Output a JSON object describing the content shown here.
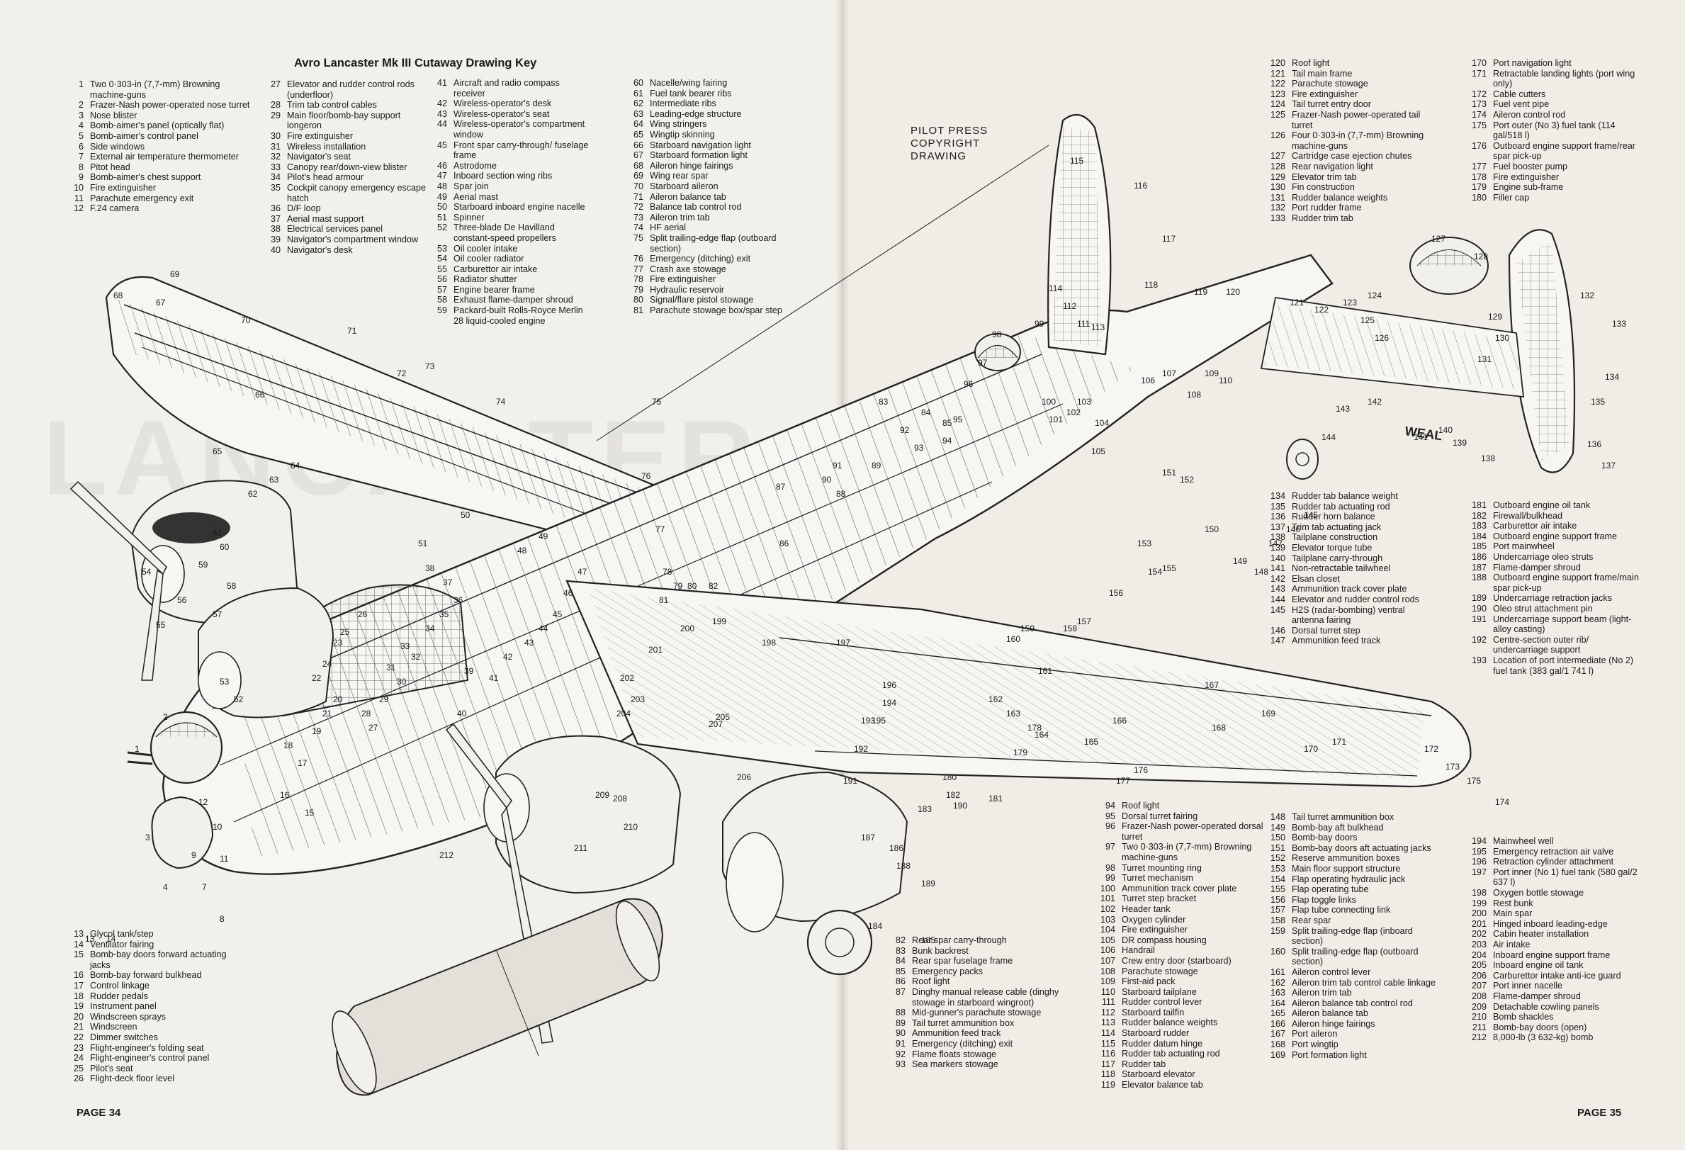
{
  "title": "Avro Lancaster Mk III Cutaway Drawing Key",
  "copyright": [
    "PILOT PRESS",
    "COPYRIGHT",
    "DRAWING"
  ],
  "watermark": "LANCASTER",
  "signature": "WEAL",
  "page_left": "PAGE 34",
  "page_right": "PAGE 35",
  "key_columns": [
    [
      [
        "1",
        "Two 0·303-in (7,7-mm) Browning machine-guns"
      ],
      [
        "2",
        "Frazer-Nash power-operated nose turret"
      ],
      [
        "3",
        "Nose blister"
      ],
      [
        "4",
        "Bomb-aimer's panel (optically flat)"
      ],
      [
        "5",
        "Bomb-aimer's control panel"
      ],
      [
        "6",
        "Side windows"
      ],
      [
        "7",
        "External air temperature thermometer"
      ],
      [
        "8",
        "Pitot head"
      ],
      [
        "9",
        "Bomb-aimer's chest support"
      ],
      [
        "10",
        "Fire extinguisher"
      ],
      [
        "11",
        "Parachute emergency exit"
      ],
      [
        "12",
        "F.24 camera"
      ]
    ],
    [
      [
        "27",
        "Elevator and rudder control rods (underfloor)"
      ],
      [
        "28",
        "Trim tab control cables"
      ],
      [
        "29",
        "Main floor/bomb-bay support longeron"
      ],
      [
        "30",
        "Fire extinguisher"
      ],
      [
        "31",
        "Wireless installation"
      ],
      [
        "32",
        "Navigator's seat"
      ],
      [
        "33",
        "Canopy rear/down-view blister"
      ],
      [
        "34",
        "Pilot's head armour"
      ],
      [
        "35",
        "Cockpit canopy emergency escape hatch"
      ],
      [
        "36",
        "D/F loop"
      ],
      [
        "37",
        "Aerial mast support"
      ],
      [
        "38",
        "Electrical services panel"
      ],
      [
        "39",
        "Navigator's compartment window"
      ],
      [
        "40",
        "Navigator's desk"
      ]
    ],
    [
      [
        "41",
        "Aircraft and radio compass receiver"
      ],
      [
        "42",
        "Wireless-operator's desk"
      ],
      [
        "43",
        "Wireless-operator's seat"
      ],
      [
        "44",
        "Wireless-operator's compartment window"
      ],
      [
        "45",
        "Front spar carry-through/ fuselage frame"
      ],
      [
        "46",
        "Astrodome"
      ],
      [
        "47",
        "Inboard section wing ribs"
      ],
      [
        "48",
        "Spar join"
      ],
      [
        "49",
        "Aerial mast"
      ],
      [
        "50",
        "Starboard inboard engine nacelle"
      ],
      [
        "51",
        "Spinner"
      ],
      [
        "52",
        "Three-blade De Havilland constant-speed propellers"
      ],
      [
        "53",
        "Oil cooler intake"
      ],
      [
        "54",
        "Oil cooler radiator"
      ],
      [
        "55",
        "Carburettor air intake"
      ],
      [
        "56",
        "Radiator shutter"
      ],
      [
        "57",
        "Engine bearer frame"
      ],
      [
        "58",
        "Exhaust flame-damper shroud"
      ],
      [
        "59",
        "Packard-built Rolls-Royce Merlin 28 liquid-cooled engine"
      ]
    ],
    [
      [
        "60",
        "Nacelle/wing fairing"
      ],
      [
        "61",
        "Fuel tank bearer ribs"
      ],
      [
        "62",
        "Intermediate ribs"
      ],
      [
        "63",
        "Leading-edge structure"
      ],
      [
        "64",
        "Wing stringers"
      ],
      [
        "65",
        "Wingtip skinning"
      ],
      [
        "66",
        "Starboard navigation light"
      ],
      [
        "67",
        "Starboard formation light"
      ],
      [
        "68",
        "Aileron hinge fairings"
      ],
      [
        "69",
        "Wing rear spar"
      ],
      [
        "70",
        "Starboard aileron"
      ],
      [
        "71",
        "Aileron balance tab"
      ],
      [
        "72",
        "Balance tab control rod"
      ],
      [
        "73",
        "Aileron trim tab"
      ],
      [
        "74",
        "HF aerial"
      ],
      [
        "75",
        "Split trailing-edge flap (outboard section)"
      ],
      [
        "76",
        "Emergency (ditching) exit"
      ],
      [
        "77",
        "Crash axe stowage"
      ],
      [
        "78",
        "Fire extinguisher"
      ],
      [
        "79",
        "Hydraulic reservoir"
      ],
      [
        "80",
        "Signal/flare pistol stowage"
      ],
      [
        "81",
        "Parachute stowage box/spar step"
      ]
    ],
    [
      [
        "120",
        "Roof light"
      ],
      [
        "121",
        "Tail main frame"
      ],
      [
        "122",
        "Parachute stowage"
      ],
      [
        "123",
        "Fire extinguisher"
      ],
      [
        "124",
        "Tail turret entry door"
      ],
      [
        "125",
        "Frazer-Nash power-operated tail turret"
      ],
      [
        "126",
        "Four 0·303-in (7,7-mm) Browning machine-guns"
      ],
      [
        "127",
        "Cartridge case ejection chutes"
      ],
      [
        "128",
        "Rear navigation light"
      ],
      [
        "129",
        "Elevator trim tab"
      ],
      [
        "130",
        "Fin construction"
      ],
      [
        "131",
        "Rudder balance weights"
      ],
      [
        "132",
        "Port rudder frame"
      ],
      [
        "133",
        "Rudder trim tab"
      ]
    ],
    [
      [
        "170",
        "Port navigation light"
      ],
      [
        "171",
        "Retractable landing lights (port wing only)"
      ],
      [
        "172",
        "Cable cutters"
      ],
      [
        "173",
        "Fuel vent pipe"
      ],
      [
        "174",
        "Aileron control rod"
      ],
      [
        "175",
        "Port outer (No 3) fuel tank (114 gal/518 l)"
      ],
      [
        "176",
        "Outboard engine support frame/rear spar pick-up"
      ],
      [
        "177",
        "Fuel booster pump"
      ],
      [
        "178",
        "Fire extinguisher"
      ],
      [
        "179",
        "Engine sub-frame"
      ],
      [
        "180",
        "Filler cap"
      ]
    ],
    [
      [
        "134",
        "Rudder tab balance weight"
      ],
      [
        "135",
        "Rudder tab actuating rod"
      ],
      [
        "136",
        "Rudder horn balance"
      ],
      [
        "137",
        "Trim tab actuating jack"
      ],
      [
        "138",
        "Tailplane construction"
      ],
      [
        "139",
        "Elevator torque tube"
      ],
      [
        "140",
        "Tailplane carry-through"
      ],
      [
        "141",
        "Non-retractable tailwheel"
      ],
      [
        "142",
        "Elsan closet"
      ],
      [
        "143",
        "Ammunition track cover plate"
      ],
      [
        "144",
        "Elevator and rudder control rods"
      ],
      [
        "145",
        "H2S (radar-bombing) ventral antenna fairing"
      ],
      [
        "146",
        "Dorsal turret step"
      ],
      [
        "147",
        "Ammunition feed track"
      ]
    ],
    [
      [
        "181",
        "Outboard engine oil tank"
      ],
      [
        "182",
        "Firewall/bulkhead"
      ],
      [
        "183",
        "Carburettor air intake"
      ],
      [
        "184",
        "Outboard engine support frame"
      ],
      [
        "185",
        "Port mainwheel"
      ],
      [
        "186",
        "Undercarriage oleo struts"
      ],
      [
        "187",
        "Flame-damper shroud"
      ],
      [
        "188",
        "Outboard engine support frame/main spar pick-up"
      ],
      [
        "189",
        "Undercarriage retraction jacks"
      ],
      [
        "190",
        "Oleo strut attachment pin"
      ],
      [
        "191",
        "Undercarriage support beam (light-alloy casting)"
      ],
      [
        "192",
        "Centre-section outer rib/ undercarriage support"
      ],
      [
        "193",
        "Location of port intermediate (No 2) fuel tank (383 gal/1 741 l)"
      ]
    ],
    [
      [
        "13",
        "Glycol tank/step"
      ],
      [
        "14",
        "Ventilator fairing"
      ],
      [
        "15",
        "Bomb-bay doors forward actuating jacks"
      ],
      [
        "16",
        "Bomb-bay forward bulkhead"
      ],
      [
        "17",
        "Control linkage"
      ],
      [
        "18",
        "Rudder pedals"
      ],
      [
        "19",
        "Instrument panel"
      ],
      [
        "20",
        "Windscreen sprays"
      ],
      [
        "21",
        "Windscreen"
      ],
      [
        "22",
        "Dimmer switches"
      ],
      [
        "23",
        "Flight-engineer's folding seat"
      ],
      [
        "24",
        "Flight-engineer's control panel"
      ],
      [
        "25",
        "Pilot's seat"
      ],
      [
        "26",
        "Flight-deck floor level"
      ]
    ],
    [
      [
        "82",
        "Rear spar carry-through"
      ],
      [
        "83",
        "Bunk backrest"
      ],
      [
        "84",
        "Rear spar fuselage frame"
      ],
      [
        "85",
        "Emergency packs"
      ],
      [
        "86",
        "Roof light"
      ],
      [
        "87",
        "Dinghy manual release cable (dinghy stowage in starboard wingroot)"
      ],
      [
        "88",
        "Mid-gunner's parachute stowage"
      ],
      [
        "89",
        "Tail turret ammunition box"
      ],
      [
        "90",
        "Ammunition feed track"
      ],
      [
        "91",
        "Emergency (ditching) exit"
      ],
      [
        "92",
        "Flame floats stowage"
      ],
      [
        "93",
        "Sea markers stowage"
      ]
    ],
    [
      [
        "94",
        "Roof light"
      ],
      [
        "95",
        "Dorsal turret fairing"
      ],
      [
        "96",
        "Frazer-Nash power-operated dorsal turret"
      ],
      [
        "97",
        "Two 0·303-in (7,7-mm) Browning machine-guns"
      ],
      [
        "98",
        "Turret mounting ring"
      ],
      [
        "99",
        "Turret mechanism"
      ],
      [
        "100",
        "Ammunition track cover plate"
      ],
      [
        "101",
        "Turret step bracket"
      ],
      [
        "102",
        "Header tank"
      ],
      [
        "103",
        "Oxygen cylinder"
      ],
      [
        "104",
        "Fire extinguisher"
      ],
      [
        "105",
        "DR compass housing"
      ],
      [
        "106",
        "Handrail"
      ],
      [
        "107",
        "Crew entry door (starboard)"
      ],
      [
        "108",
        "Parachute stowage"
      ],
      [
        "109",
        "First-aid pack"
      ],
      [
        "110",
        "Starboard tailplane"
      ],
      [
        "111",
        "Rudder control lever"
      ],
      [
        "112",
        "Starboard tailfin"
      ],
      [
        "113",
        "Rudder balance weights"
      ],
      [
        "114",
        "Starboard rudder"
      ],
      [
        "115",
        "Rudder datum hinge"
      ],
      [
        "116",
        "Rudder tab actuating rod"
      ],
      [
        "117",
        "Rudder tab"
      ],
      [
        "118",
        "Starboard elevator"
      ],
      [
        "119",
        "Elevator balance tab"
      ]
    ],
    [
      [
        "148",
        "Tail turret ammunition box"
      ],
      [
        "149",
        "Bomb-bay aft bulkhead"
      ],
      [
        "150",
        "Bomb-bay doors"
      ],
      [
        "151",
        "Bomb-bay doors aft actuating jacks"
      ],
      [
        "152",
        "Reserve ammunition boxes"
      ],
      [
        "153",
        "Main floor support structure"
      ],
      [
        "154",
        "Flap operating hydraulic jack"
      ],
      [
        "155",
        "Flap operating tube"
      ],
      [
        "156",
        "Flap toggle links"
      ],
      [
        "157",
        "Flap tube connecting link"
      ],
      [
        "158",
        "Rear spar"
      ],
      [
        "159",
        "Split trailing-edge flap (inboard section)"
      ],
      [
        "160",
        "Split trailing-edge flap (outboard section)"
      ],
      [
        "161",
        "Aileron control lever"
      ],
      [
        "162",
        "Aileron trim tab control cable linkage"
      ],
      [
        "163",
        "Aileron trim tab"
      ],
      [
        "164",
        "Aileron balance tab control rod"
      ],
      [
        "165",
        "Aileron balance tab"
      ],
      [
        "166",
        "Aileron hinge fairings"
      ],
      [
        "167",
        "Port aileron"
      ],
      [
        "168",
        "Port wingtip"
      ],
      [
        "169",
        "Port formation light"
      ]
    ],
    [
      [
        "194",
        "Mainwheel well"
      ],
      [
        "195",
        "Emergency retraction air valve"
      ],
      [
        "196",
        "Retraction cylinder attachment"
      ],
      [
        "197",
        "Port inner (No 1) fuel tank (580 gal/2 637 l)"
      ],
      [
        "198",
        "Oxygen bottle stowage"
      ],
      [
        "199",
        "Rest bunk"
      ],
      [
        "200",
        "Main spar"
      ],
      [
        "201",
        "Hinged inboard leading-edge"
      ],
      [
        "202",
        "Cabin heater installation"
      ],
      [
        "203",
        "Air intake"
      ],
      [
        "204",
        "Inboard engine support frame"
      ],
      [
        "205",
        "Inboard engine oil tank"
      ],
      [
        "206",
        "Carburettor intake anti-ice guard"
      ],
      [
        "207",
        "Port inner nacelle"
      ],
      [
        "208",
        "Flame-damper shroud"
      ],
      [
        "209",
        "Detachable cowling panels"
      ],
      [
        "210",
        "Bomb shackles"
      ],
      [
        "211",
        "Bomb-bay doors (open)"
      ],
      [
        "212",
        "8,000-lb (3 632-kg) bomb"
      ]
    ]
  ],
  "callouts": [
    "1",
    "2",
    "3",
    "4",
    "7",
    "8",
    "9",
    "10",
    "11",
    "12",
    "13",
    "14",
    "15",
    "16",
    "17",
    "18",
    "19",
    "20",
    "21",
    "22",
    "23",
    "24",
    "25",
    "26",
    "27",
    "28",
    "29",
    "30",
    "31",
    "32",
    "33",
    "34",
    "35",
    "36",
    "37",
    "38",
    "39",
    "40",
    "41",
    "42",
    "43",
    "44",
    "45",
    "46",
    "47",
    "48",
    "49",
    "50",
    "51",
    "52",
    "53",
    "54",
    "55",
    "56",
    "57",
    "58",
    "59",
    "60",
    "61",
    "62",
    "63",
    "64",
    "65",
    "66",
    "67",
    "68",
    "69",
    "70",
    "71",
    "72",
    "73",
    "74",
    "75",
    "76",
    "77",
    "78",
    "79",
    "80",
    "81",
    "82",
    "83",
    "84",
    "85",
    "86",
    "87",
    "88",
    "89",
    "90",
    "91",
    "92",
    "93",
    "94",
    "95",
    "96",
    "97",
    "98",
    "99",
    "100",
    "101",
    "102",
    "103",
    "104",
    "105",
    "106",
    "107",
    "108",
    "109",
    "110",
    "111",
    "112",
    "113",
    "114",
    "115",
    "116",
    "117",
    "118",
    "119",
    "120",
    "121",
    "122",
    "123",
    "124",
    "125",
    "126",
    "127",
    "128",
    "129",
    "130",
    "131",
    "132",
    "133",
    "134",
    "135",
    "136",
    "137",
    "138",
    "139",
    "140",
    "141",
    "142",
    "143",
    "144",
    "145",
    "146",
    "147",
    "148",
    "149",
    "150",
    "151",
    "152",
    "153",
    "154",
    "155",
    "156",
    "157",
    "158",
    "159",
    "160",
    "161",
    "162",
    "163",
    "164",
    "165",
    "166",
    "167",
    "168",
    "169",
    "170",
    "171",
    "172",
    "173",
    "174",
    "175",
    "176",
    "177",
    "178",
    "179",
    "180",
    "181",
    "182",
    "183",
    "184",
    "185",
    "186",
    "187",
    "188",
    "189",
    "190",
    "191",
    "192",
    "193",
    "194",
    "195",
    "196",
    "197",
    "198",
    "199",
    "200",
    "201",
    "202",
    "203",
    "204",
    "205",
    "206",
    "207",
    "208",
    "209",
    "210",
    "211",
    "212"
  ]
}
